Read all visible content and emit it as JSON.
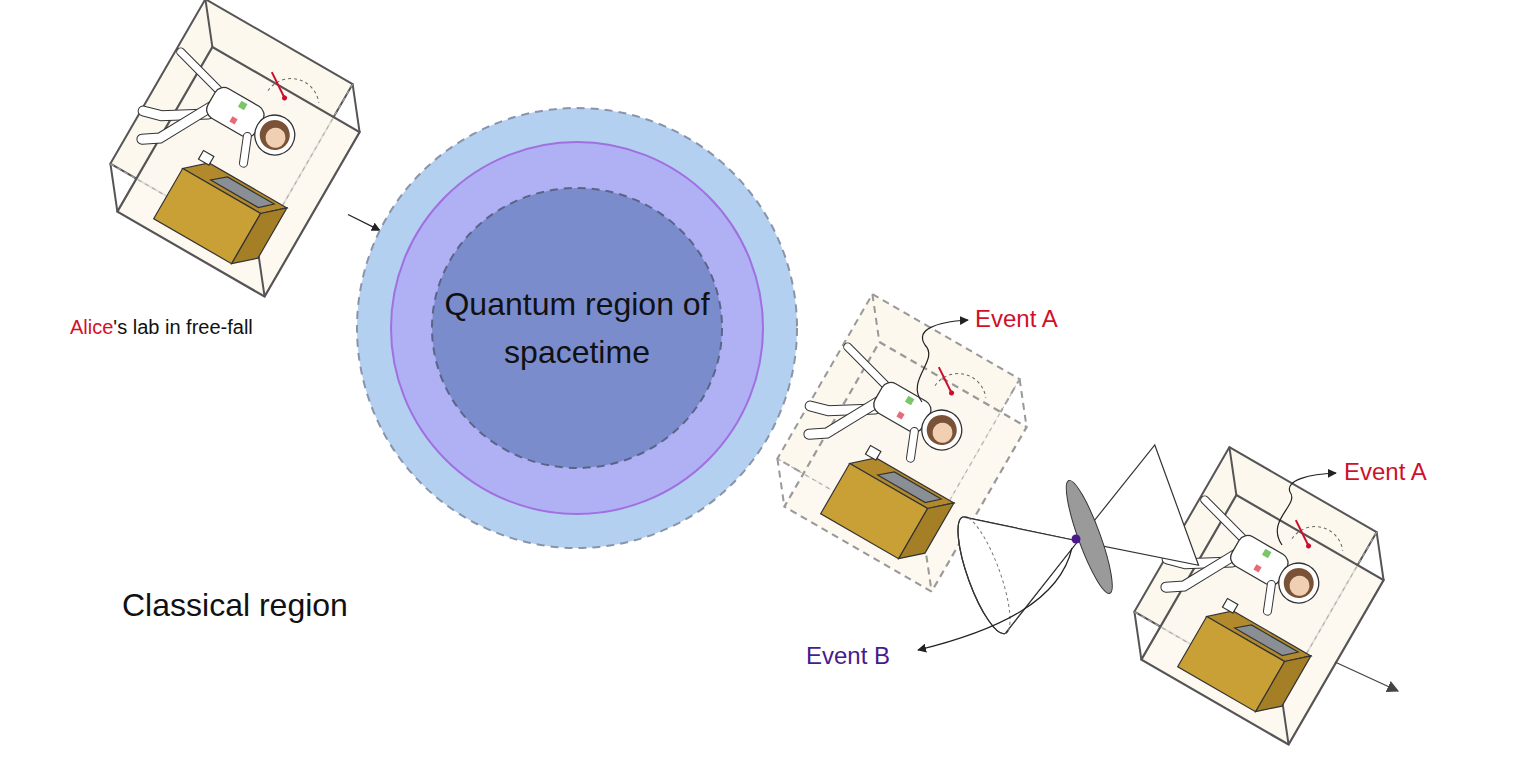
{
  "diagram": {
    "nodes": [
      {
        "text": [
          "Alice",
          "'s lab in free-fall"
        ]
      },
      {
        "text": [
          "Quantum region of spacetime"
        ]
      }
    ],
    "edges": [
      {
        "from": 0,
        "to": 1,
        "arrow": "to"
      }
    ],
    "labels": [
      "Classical region",
      "Event A",
      "Event A",
      "Event B"
    ]
  }
}
